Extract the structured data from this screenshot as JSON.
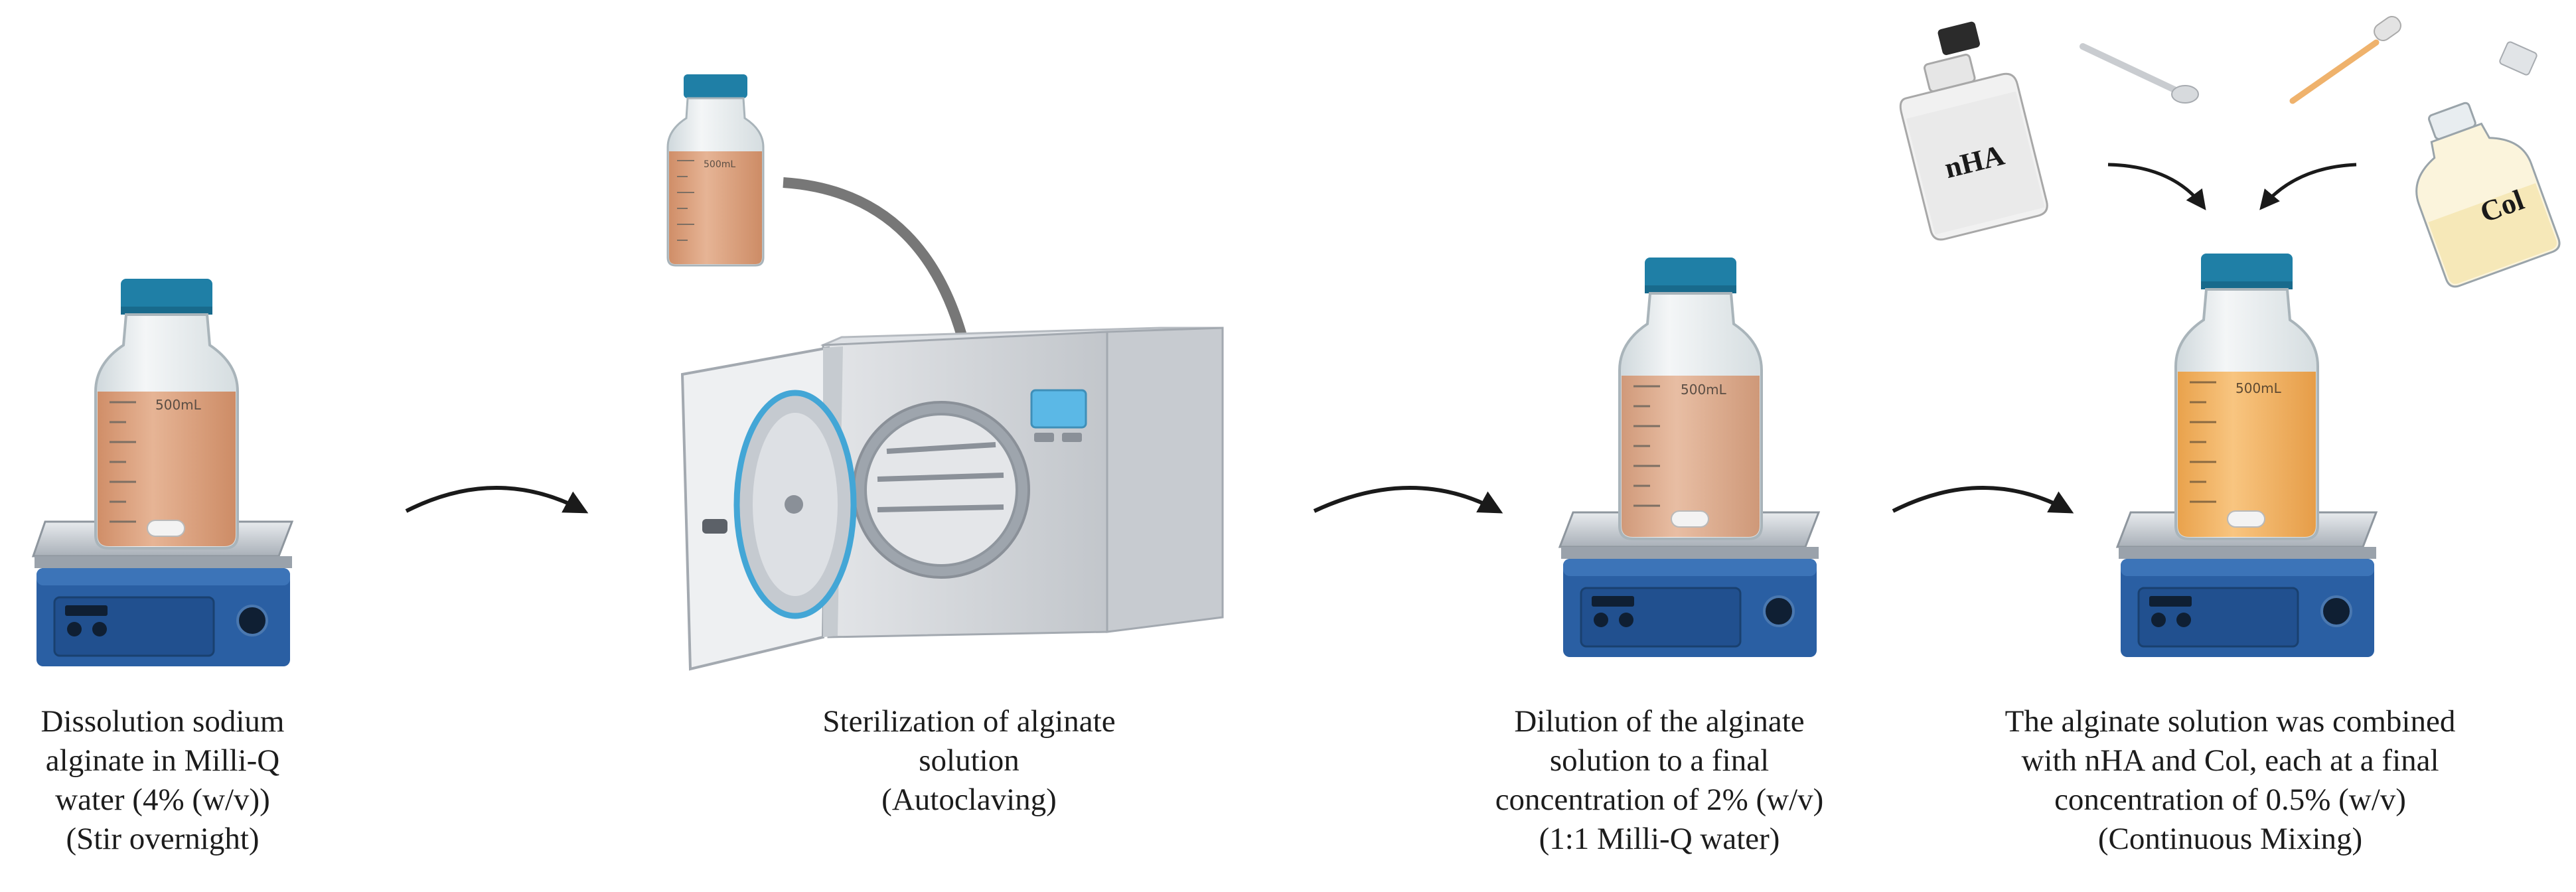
{
  "figure": {
    "bottle_volume_label": "500mL",
    "reagent_labels": {
      "nha": "nHA",
      "col": "Col"
    },
    "steps": [
      {
        "lines": [
          "Dissolution sodium",
          "alginate in Milli-Q",
          "water (4% (w/v))",
          "(Stir overnight)"
        ]
      },
      {
        "lines": [
          "Sterilization of alginate",
          "solution",
          "(Autoclaving)"
        ]
      },
      {
        "lines": [
          "Dilution of the alginate",
          "solution to a final",
          "concentration of 2% (w/v)",
          "(1:1 Milli-Q water)"
        ]
      },
      {
        "lines": [
          "The alginate solution was combined",
          "with nHA and Col, each at a final",
          "concentration of 0.5% (w/v)",
          "(Continuous Mixing)"
        ]
      }
    ]
  },
  "colors": {
    "bottle_cap": "#1f7fa6",
    "stirrer_body": "#2a5fa3",
    "alginate_solution": "#dca27e",
    "final_solution": "#f3b465",
    "arrow": "#1a1a1a",
    "curved_arrow_gray": "#777777"
  },
  "icons": [
    "media-bottle-icon",
    "magnetic-stirrer-icon",
    "autoclave-icon",
    "spatula-icon",
    "pipette-icon",
    "reagent-bottle-icon"
  ]
}
